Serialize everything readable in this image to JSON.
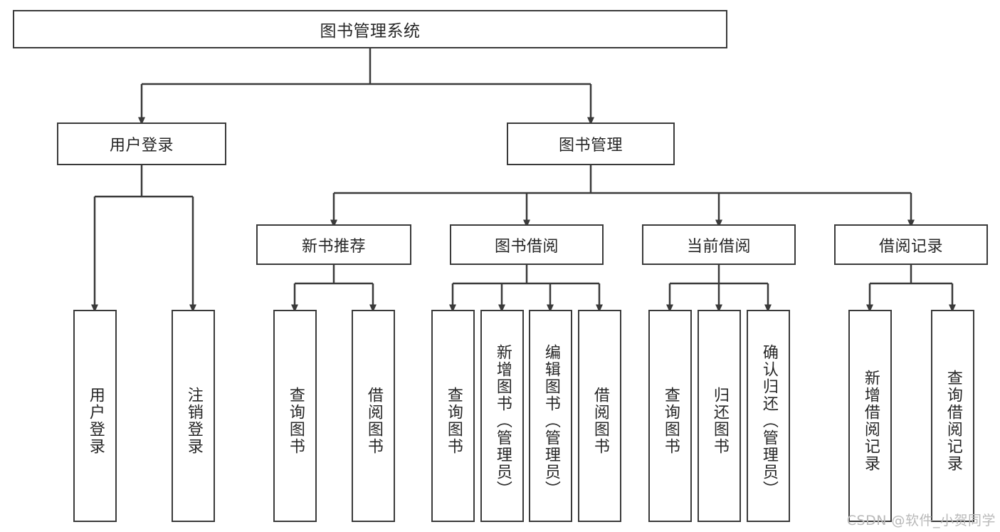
{
  "diagram": {
    "title": "图书管理系统",
    "type": "hierarchy-tree",
    "root": {
      "label": "图书管理系统"
    },
    "level2": [
      {
        "label": "用户登录"
      },
      {
        "label": "图书管理"
      }
    ],
    "level3": [
      {
        "label": "新书推荐"
      },
      {
        "label": "图书借阅"
      },
      {
        "label": "当前借阅"
      },
      {
        "label": "借阅记录"
      }
    ],
    "leaves": {
      "user_login": [
        {
          "label": "用户登录"
        },
        {
          "label": "注销登录"
        }
      ],
      "new_book_recommend": [
        {
          "label": "查询图书"
        },
        {
          "label": "借阅图书"
        }
      ],
      "book_borrow": [
        {
          "label": "查询图书"
        },
        {
          "label": "新增图书（管理员）"
        },
        {
          "label": "编辑图书（管理员）"
        },
        {
          "label": "借阅图书"
        }
      ],
      "current_borrow": [
        {
          "label": "查询图书"
        },
        {
          "label": "归还图书"
        },
        {
          "label": "确认归还（管理员）"
        }
      ],
      "borrow_record": [
        {
          "label": "新增借阅记录"
        },
        {
          "label": "查询借阅记录"
        }
      ]
    }
  },
  "watermark": {
    "text": "CSDN @软件_小贺同学"
  },
  "colors": {
    "border": "#3a3a3a",
    "text": "#262626",
    "background": "#ffffff",
    "watermark": "#b9b9b9"
  }
}
